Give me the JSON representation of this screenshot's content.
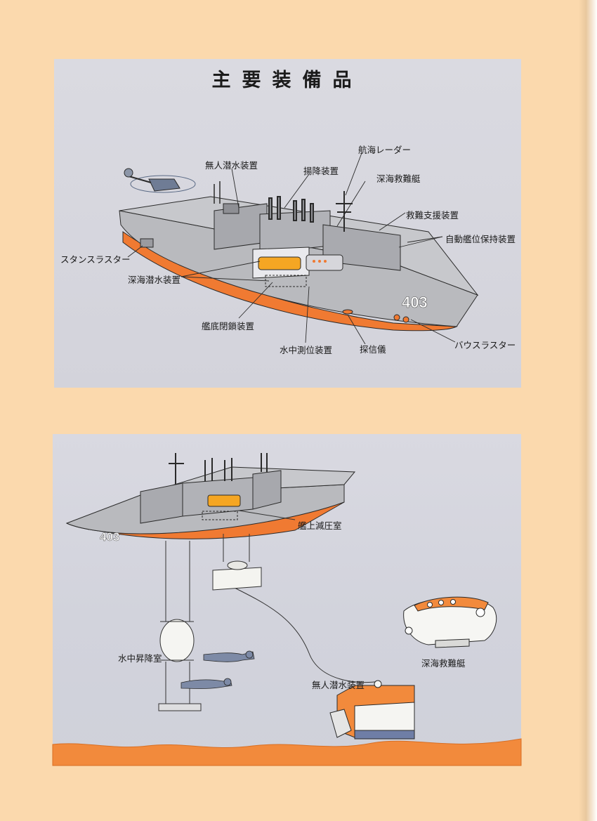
{
  "title": "主要装備品",
  "top_labels": {
    "rov": "無人潜水装置",
    "davit": "揚降装置",
    "nav_radar": "航海レーダー",
    "dsrv": "深海救難艇",
    "rescue_support": "救難支援装置",
    "dps": "自動艦位保持装置",
    "stern_thruster": "スタンスラスター",
    "diving_system": "深海潜水装置",
    "hull_closure": "艦底閉鎖装置",
    "underwater_positioning": "水中測位装置",
    "echo_sounder": "探信儀",
    "bow_thruster": "バウスラスター"
  },
  "bottom_labels": {
    "deck_chamber": "艦上減圧室",
    "pressure_capsule": "水中昇降室",
    "dsrv": "深海救難艇",
    "rov": "無人潜水装置"
  },
  "hull_number": "403",
  "colors": {
    "page": "#fbd9ad",
    "panel": "#d7d7df",
    "hull_grey": "#b8b9bd",
    "hull_orange": "#f07a32",
    "line": "#2a2a2a",
    "seabed": "#f28a3c"
  },
  "icons": [
    "helicopter-icon",
    "diver-icon",
    "rov-icon",
    "dsrv-icon"
  ]
}
